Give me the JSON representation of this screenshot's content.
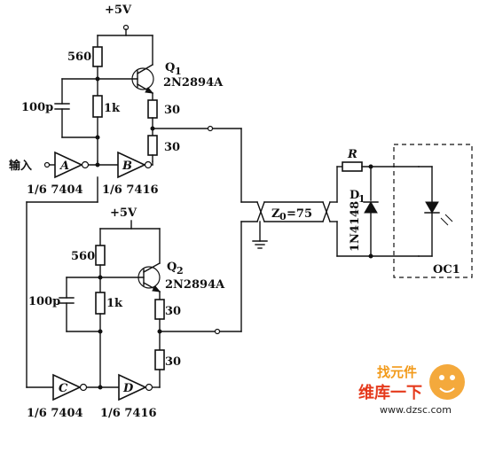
{
  "labels": {
    "vcc_top": "+5V",
    "vcc_bottom": "+5V",
    "r560_top": "560",
    "r560_bottom": "560",
    "r1k_top": "1k",
    "r1k_bottom": "1k",
    "cap_top": "100p",
    "cap_bottom": "100p",
    "q1_name": "Q",
    "q1_sub": "1",
    "q1_part": "2N2894A",
    "q2_name": "Q",
    "q2_sub": "2",
    "q2_part": "2N2894A",
    "r30_a": "30",
    "r30_b": "30",
    "r30_c": "30",
    "r30_d": "30",
    "input": "输入",
    "gate_a": "A",
    "gate_b": "B",
    "gate_c": "C",
    "gate_d": "D",
    "gate_a_part": "1/6 7404",
    "gate_b_part": "1/6 7416",
    "gate_c_part": "1/6 7404",
    "gate_d_part": "1/6 7416",
    "impedance": "Z",
    "impedance_sub": "0",
    "impedance_val": "=75",
    "r_label": "R",
    "d1_name": "D",
    "d1_sub": "1",
    "d1_part": "1N4148",
    "oc_label": "OC1"
  },
  "watermark": {
    "line1": "找元件",
    "line2": "维库一下",
    "url": "www.dzsc.com",
    "accent": "#e53a1c",
    "accent2": "#f29a1a"
  }
}
